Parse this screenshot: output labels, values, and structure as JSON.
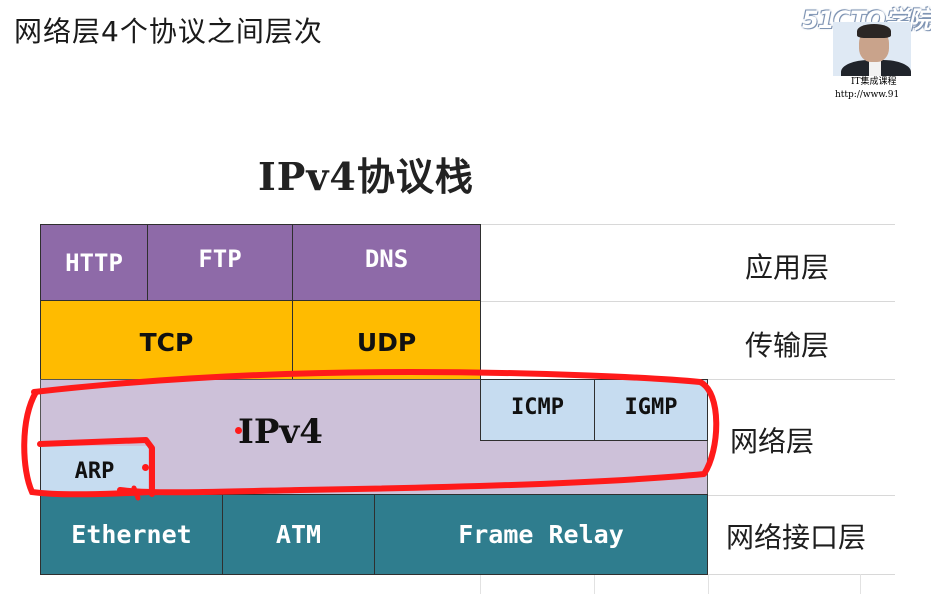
{
  "page_title": "网络层4个协议之间层次",
  "logo_text": "51CTO学院",
  "thumb_caption": {
    "line1": "IT集成课程",
    "line2": "http://www.91"
  },
  "slide": {
    "title": "IPv4协议栈",
    "layers": [
      {
        "label": "应用层",
        "protocols": [
          "HTTP",
          "FTP",
          "DNS"
        ]
      },
      {
        "label": "传输层",
        "protocols": [
          "TCP",
          "UDP"
        ]
      },
      {
        "label": "网络层",
        "protocols": [
          "IPv4",
          "ICMP",
          "IGMP",
          "ARP"
        ]
      },
      {
        "label": "网络接口层",
        "protocols": [
          "Ethernet",
          "ATM",
          "Frame Relay"
        ]
      }
    ]
  },
  "colors": {
    "application": "#8e6aa8",
    "transport": "#ffbb00",
    "network": "#cdc1d9",
    "network_sub": "#c6dcf0",
    "interface": "#2f7d8e",
    "annotation": "#ff1a1a"
  }
}
